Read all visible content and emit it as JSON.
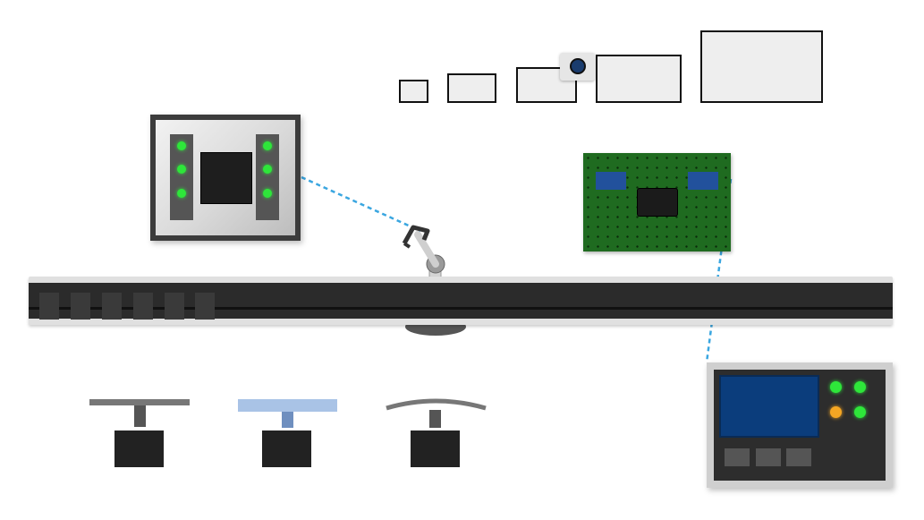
{
  "scene": {
    "colors": {
      "conveyor_belt": "#2b2b2b",
      "pcb_green": "#1f6b20",
      "pcb_pad_blue": "#22519c",
      "led_green": "#2ee63a",
      "led_amber": "#f5a623",
      "link_line": "#3aa6e0",
      "controller_screen": "#0b3d7c"
    },
    "monitors": [
      {
        "name": "monitor-1"
      },
      {
        "name": "monitor-2"
      },
      {
        "name": "monitor-3"
      },
      {
        "name": "monitor-4"
      },
      {
        "name": "monitor-5"
      }
    ],
    "icons": [
      "camera-icon",
      "robot-arm-icon",
      "chip-icon",
      "led-icon"
    ],
    "controller": {
      "leds": [
        "green",
        "green",
        "amber",
        "green"
      ],
      "buttons": 3
    },
    "chip_panel": {
      "pins_per_side": 3
    },
    "fixtures": [
      "flat-plate",
      "blue-plate",
      "curved-plate"
    ]
  }
}
